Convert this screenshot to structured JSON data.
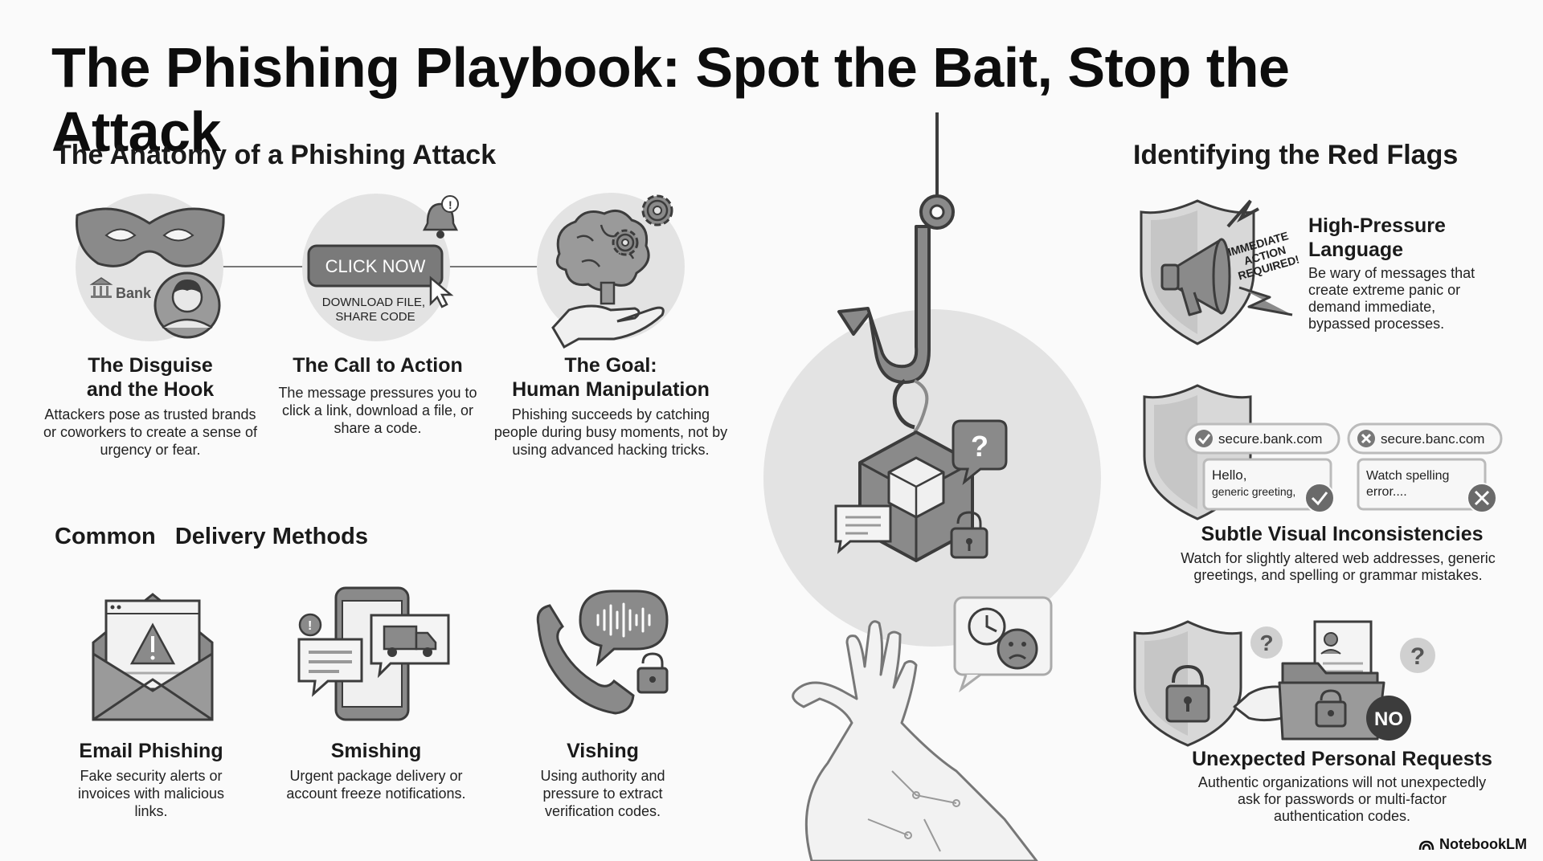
{
  "title": "The Phishing Playbook: Spot the Bait, Stop the Attack",
  "anatomy": {
    "title": "The Anatomy of a Phishing Attack",
    "steps": [
      {
        "icon": "mask-icon",
        "icon_text": "Bank",
        "heading": "The Disguise\nand the Hook",
        "desc": "Attackers pose as trusted brands or coworkers to create a sense of urgency or fear."
      },
      {
        "icon": "click-now-button-icon",
        "icon_text": "CLICK NOW",
        "icon_subtext": "DOWNLOAD FILE, SHARE CODE",
        "heading": "The Call to Action",
        "desc": "The message pressures you to click a link, download a file, or share a code."
      },
      {
        "icon": "brain-gears-icon",
        "heading": "The Goal:\nHuman Manipulation",
        "desc": "Phishing succeeds by catching people during busy moments, not by using advanced hacking tricks."
      }
    ]
  },
  "delivery": {
    "title": "Common   Delivery Methods",
    "methods": [
      {
        "icon": "envelope-warning-icon",
        "heading": "Email Phishing",
        "desc": "Fake security alerts or invoices with malicious links."
      },
      {
        "icon": "phone-sms-icon",
        "heading": "Smishing",
        "desc": "Urgent package delivery or account freeze notifications."
      },
      {
        "icon": "phone-call-icon",
        "heading": "Vishing",
        "desc": "Using authority and pressure to extract verification codes."
      }
    ]
  },
  "center": {
    "icon": "fishing-hook-icon",
    "question_mark": "?"
  },
  "red_flags": {
    "title": "Identifying the Red Flags",
    "items": [
      {
        "icon": "megaphone-shield-icon",
        "icon_text": "IMMEDIATE\nACTION\nREQUIRED!",
        "heading": "High-Pressure\nLanguage",
        "desc": "Be wary of messages that create extreme panic or demand immediate, bypassed processes."
      },
      {
        "icon": "url-compare-icon",
        "good_url": "secure.bank.com",
        "bad_url": "secure.banc.com",
        "good_note": "Hello,\ngeneric greeting,",
        "bad_note": "Watch spelling\nerror....",
        "heading": "Subtle Visual Inconsistencies",
        "desc": "Watch for slightly altered web addresses, generic greetings, and spelling or grammar mistakes."
      },
      {
        "icon": "lock-folder-icon",
        "icon_text": "NO",
        "heading": "Unexpected Personal Requests",
        "desc": "Authentic organizations will not unexpectedly ask for passwords or multi-factor authentication codes."
      }
    ]
  },
  "brand": "NotebookLM",
  "colors": {
    "circle_bg": "#e3e3e3",
    "icon_fill": "#8a8a8a",
    "icon_stroke": "#3c3c3c"
  }
}
